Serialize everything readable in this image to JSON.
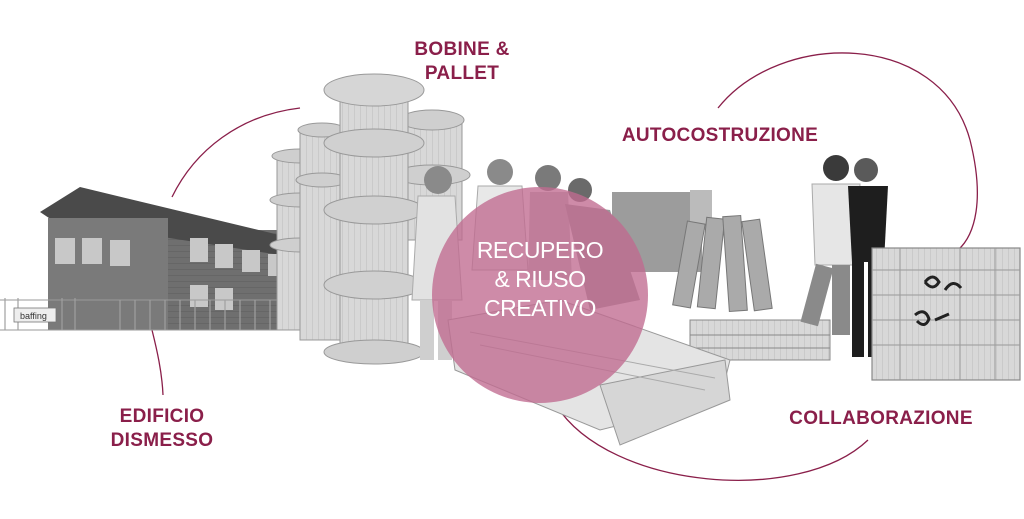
{
  "labels": {
    "bobine": [
      "BOBINE &",
      "PALLET"
    ],
    "autocostruzione": "AUTOCOSTRUZIONE",
    "edificio": [
      "EDIFICIO",
      "DISMESSO"
    ],
    "collaborazione": "COLLABORAZIONE"
  },
  "center": [
    "RECUPERO",
    "& RIUSO",
    "CREATIVO"
  ],
  "sign_text": "baffing",
  "colors": {
    "accent": "#8a1f4a",
    "circle": "#c06a8f"
  }
}
